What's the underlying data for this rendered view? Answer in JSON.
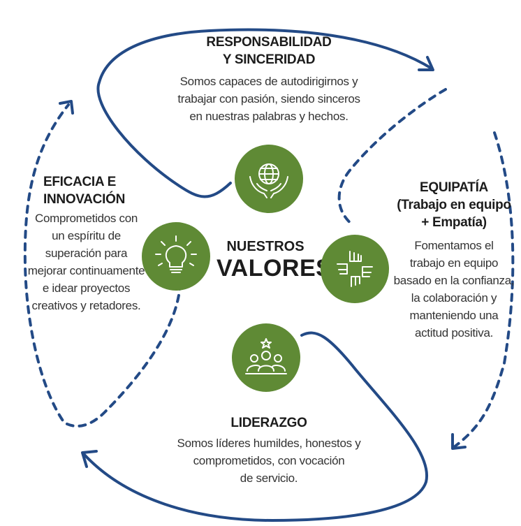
{
  "center": {
    "line1": "NUESTROS",
    "line2": "VALORES"
  },
  "colors": {
    "circle": "#5f8a35",
    "arrow": "#234a86",
    "text": "#1c1c1c"
  },
  "values": [
    {
      "icon": "globe-in-hands-icon",
      "title_lines": [
        "RESPONSABILIDAD",
        "Y SINCERIDAD"
      ],
      "desc_lines": [
        "Somos capaces de autodirigirnos y",
        "trabajar con pasión, siendo sinceros",
        "en nuestras palabras y hechos."
      ]
    },
    {
      "icon": "joined-hands-icon",
      "title_lines": [
        "EQUIPATÍA",
        "(Trabajo en equipo",
        "+ Empatía)"
      ],
      "desc_lines": [
        "Fomentamos el",
        "trabajo en equipo",
        "basado en la confianza,",
        "la colaboración y",
        "manteniendo una",
        "actitud positiva."
      ]
    },
    {
      "icon": "team-star-icon",
      "title_lines": [
        "LIDERAZGO"
      ],
      "desc_lines": [
        "Somos líderes humildes, honestos y",
        "comprometidos, con vocación",
        "de servicio."
      ]
    },
    {
      "icon": "lightbulb-icon",
      "title_lines": [
        "EFICACIA E",
        "INNOVACIÓN"
      ],
      "desc_lines": [
        "Comprometidos con",
        "un espíritu de",
        "superación para",
        "mejorar continuamente",
        "e idear proyectos",
        "creativos y retadores."
      ]
    }
  ]
}
